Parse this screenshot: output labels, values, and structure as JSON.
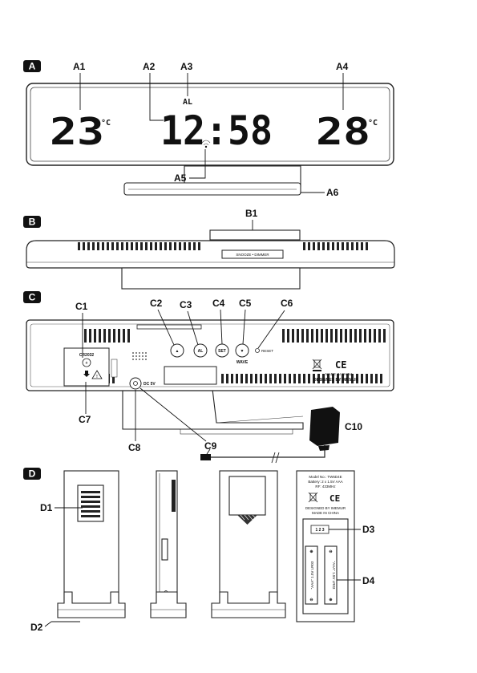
{
  "sections": {
    "a": "A",
    "b": "B",
    "c": "C",
    "d": "D"
  },
  "callouts": {
    "a1": "A1",
    "a2": "A2",
    "a3": "A3",
    "a4": "A4",
    "a5": "A5",
    "a6": "A6",
    "b1": "B1",
    "c1": "C1",
    "c2": "C2",
    "c3": "C3",
    "c4": "C4",
    "c5": "C5",
    "c6": "C6",
    "c7": "C7",
    "c8": "C8",
    "c9": "C9",
    "c10": "C10",
    "d1": "D1",
    "d2": "D2",
    "d3": "D3",
    "d4": "D4"
  },
  "display": {
    "indoor_temp": "23",
    "time": "12:58",
    "outdoor_temp": "28",
    "temp_unit": "°C",
    "alarm_indicator": "AL"
  },
  "top_panel": {
    "snooze_label": "SNOOZE • DIMMER"
  },
  "back_panel": {
    "buttons": [
      "▲",
      "AL",
      "SET",
      "▼"
    ],
    "wave_label": "WAVE",
    "reset_label": "RESET",
    "power_label": "DC 5V",
    "made_in": "MADE IN CHINA",
    "designed_by": "DESIGNED BY IMEMUR",
    "ce_mark": "CE",
    "battery_label": "CR2032",
    "battery_plus": "+"
  },
  "sensor_label": {
    "model": "Model No.: TW6D4E",
    "battery": "Battery: 2 x 1.5V AAA",
    "freq": "RF: 433MHz",
    "ce_mark": "CE",
    "designed": "DESIGNED BY IMEMUR",
    "made": "MADE IN CHINA",
    "channel": "1 2 3",
    "aaa_1": "\"AAA\" 1.5V LR03",
    "aaa_2": "\"AAA\" 1.5V LR03"
  }
}
